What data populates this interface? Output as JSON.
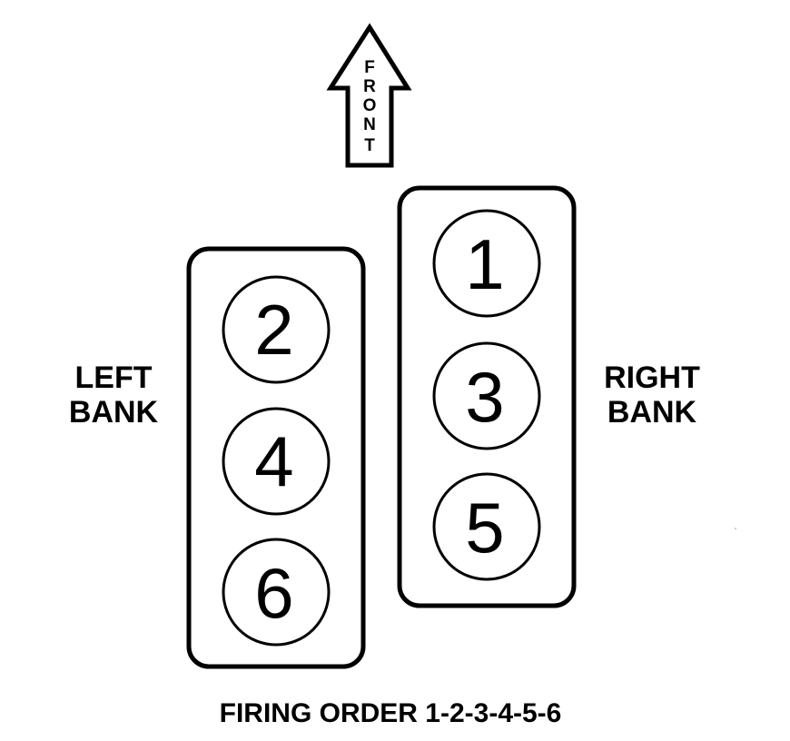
{
  "front_arrow": {
    "letters": [
      "F",
      "R",
      "O",
      "N",
      "T"
    ]
  },
  "left_bank": {
    "label_line1": "LEFT",
    "label_line2": "BANK",
    "cylinders": [
      "2",
      "4",
      "6"
    ]
  },
  "right_bank": {
    "label_line1": "RIGHT",
    "label_line2": "BANK",
    "cylinders": [
      "1",
      "3",
      "5"
    ]
  },
  "firing_order": "FIRING ORDER 1-2-3-4-5-6",
  "colors": {
    "stroke": "#000000",
    "background": "#ffffff"
  }
}
